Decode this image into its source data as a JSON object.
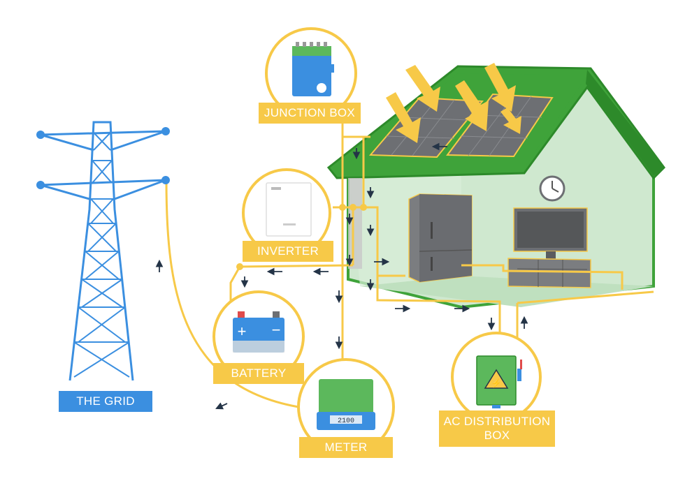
{
  "labels": {
    "junction_box": "JUNCTION BOX",
    "inverter": "INVERTER",
    "battery": "BATTERY",
    "meter": "METER",
    "the_grid": "THE GRID",
    "ac_distribution_box": "AC DISTRIBUTION BOX"
  },
  "meter_display": "2100",
  "colors": {
    "wire": "#f7c948",
    "label_yellow": "#f7c948",
    "label_blue": "#3b8fe0",
    "tower": "#3b8fe0",
    "roof": "#3fa33a",
    "wall": "#cfe8cf",
    "arrow": "#243447",
    "sun_arrow": "#f7c948"
  },
  "icons": [
    "tower-icon",
    "junction-box-icon",
    "inverter-icon",
    "battery-icon",
    "meter-icon",
    "ac-box-icon",
    "solar-panel-icon",
    "clock-icon",
    "fridge-icon",
    "tv-icon"
  ]
}
